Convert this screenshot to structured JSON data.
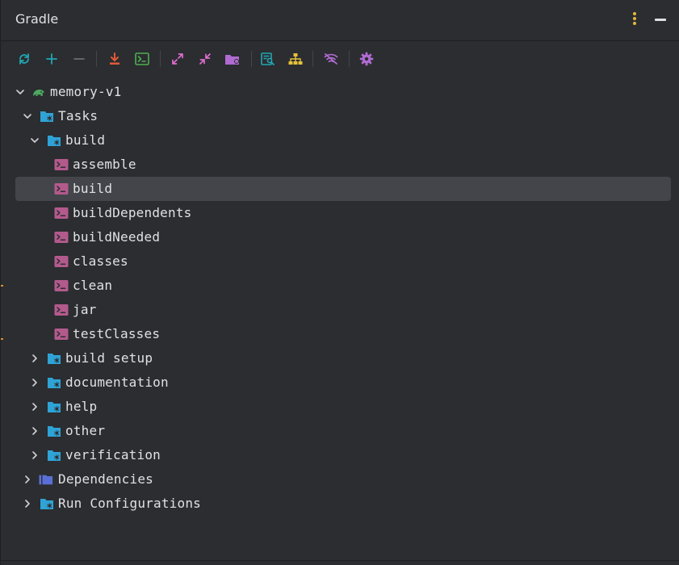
{
  "panel": {
    "title": "Gradle",
    "accent_options": "#e5b83b"
  },
  "toolbar": {
    "buttons": [
      {
        "name": "reload-icon",
        "color": "#22a6b3"
      },
      {
        "name": "add-icon",
        "color": "#22a6b3"
      },
      {
        "name": "remove-icon",
        "color": "#6b6d72"
      },
      {
        "name": "download-sources-icon",
        "color": "#e05a36"
      },
      {
        "name": "terminal-icon",
        "color": "#4caf50"
      },
      {
        "name": "expand-all-icon",
        "color": "#e06cd0"
      },
      {
        "name": "collapse-all-icon",
        "color": "#e06cd0"
      },
      {
        "name": "open-folder-icon",
        "color": "#b06bd1"
      },
      {
        "name": "analyze-dependencies-icon",
        "color": "#22a6b3"
      },
      {
        "name": "show-dependencies-icon",
        "color": "#e5c13b"
      },
      {
        "name": "offline-mode-icon",
        "color": "#b06bd1"
      },
      {
        "name": "settings-gear-icon",
        "color": "#b06bd1"
      }
    ]
  },
  "tree": {
    "root": "memory-v1",
    "tasks": "Tasks",
    "build_group": "build",
    "build_tasks": [
      "assemble",
      "build",
      "buildDependents",
      "buildNeeded",
      "classes",
      "clean",
      "jar",
      "testClasses"
    ],
    "groups": [
      "build setup",
      "documentation",
      "help",
      "other",
      "verification"
    ],
    "dependencies": "Dependencies",
    "run_configurations": "Run Configurations"
  },
  "colors": {
    "background": "#2b2d30",
    "selection": "#43454a",
    "folder_blue": "#2fa3d6",
    "task_icon": "#b35a8c",
    "dependencies_icon": "#5a6fd6",
    "gradle_green": "#4ca85f"
  }
}
